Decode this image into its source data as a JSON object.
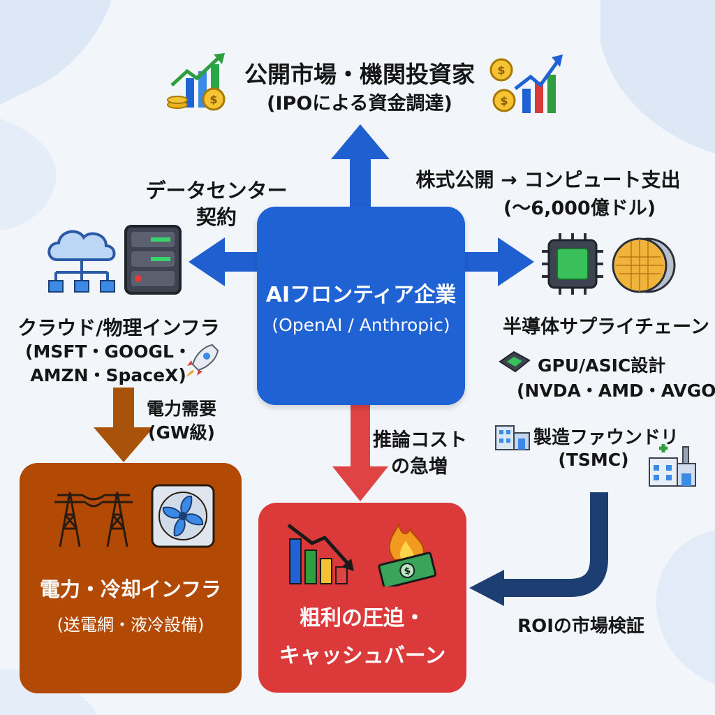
{
  "center": {
    "title": "AIフロンティア企業",
    "subtitle": "(OpenAI / Anthropic)"
  },
  "top": {
    "title": "公開市場・機関投資家",
    "subtitle": "(IPOによる資金調達)"
  },
  "right_arrow_label": {
    "line1": "株式公開 → コンピュート支出",
    "line2": "(〜6,000億ドル)"
  },
  "left_arrow_label": {
    "line1": "データセンター",
    "line2": "契約"
  },
  "cloud": {
    "title": "クラウド/物理インフラ",
    "line2": "(MSFT・GOOGL・",
    "line3": "AMZN・SpaceX)"
  },
  "power_arrow_label": {
    "line1": "電力需要",
    "line2": "(GW級)"
  },
  "power_box": {
    "title": "電力・冷却インフラ",
    "subtitle": "(送電網・液冷設備)"
  },
  "semi": {
    "title": "半導体サプライチェーン"
  },
  "gpu": {
    "title": "GPU/ASIC設計",
    "subtitle": "(NVDA・AMD・AVGO)"
  },
  "foundry": {
    "title": "製造ファウンドリ",
    "subtitle": "(TSMC)"
  },
  "inference_label": {
    "line1": "推論コスト",
    "line2": "の急増"
  },
  "margin_box": {
    "line1": "粗利の圧迫・",
    "line2": "キャッシュバーン"
  },
  "roi_label": "ROIの市場検証",
  "colors": {
    "center": "#1f62d4",
    "arrow_blue": "#1f5fd0",
    "power": "#b24a05",
    "power_arrow": "#a9520a",
    "margin": "#dc3a3a",
    "roi_arrow": "#1d3e73"
  }
}
